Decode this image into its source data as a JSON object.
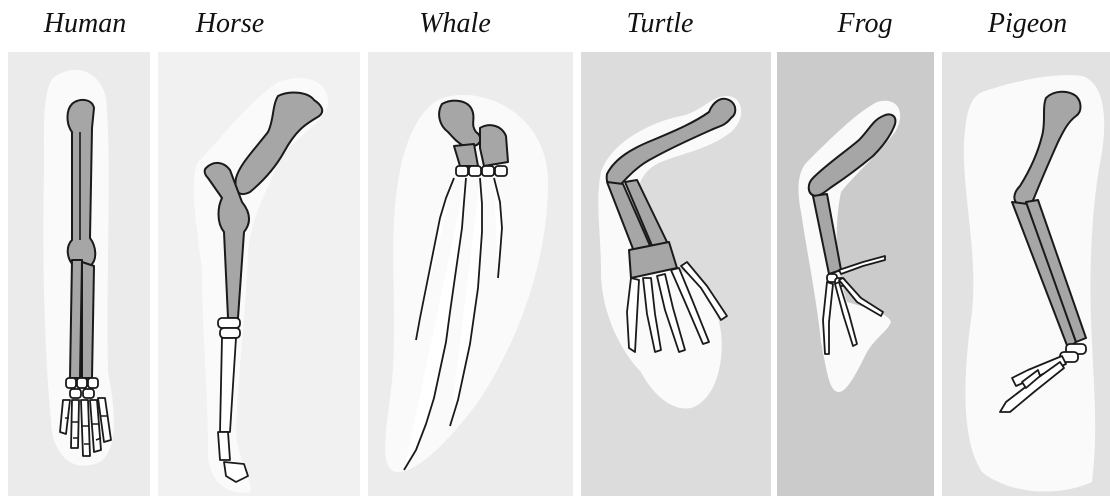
{
  "figure": {
    "labels": {
      "human": "Human",
      "horse": "Horse",
      "whale": "Whale",
      "turtle": "Turtle",
      "frog": "Frog",
      "pigeon": "Pigeon"
    },
    "panel_colors": {
      "human": "#ebebeb",
      "horse": "#f1f1f1",
      "whale": "#ececec",
      "turtle": "#dcdcdc",
      "frog": "#cbcbcb",
      "pigeon": "#e2e2e2"
    },
    "bone_fill": "#a6a6a6",
    "outline_color": "#1a1a1a",
    "halo_color": "#fafafa"
  }
}
